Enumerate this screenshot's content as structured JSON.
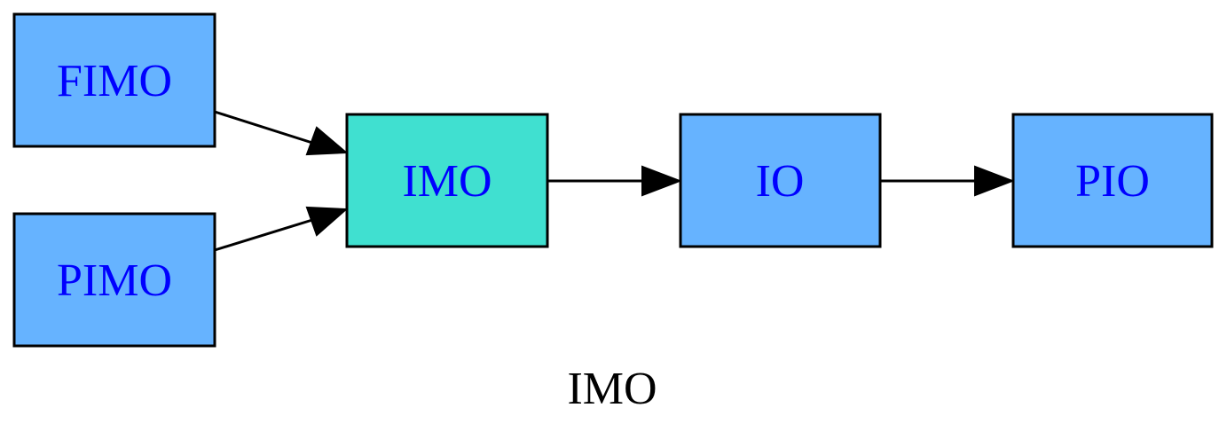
{
  "diagram": {
    "caption": "IMO",
    "colors": {
      "node_default": "#66b3ff",
      "node_highlight": "#40e0d0",
      "label_text": "#0000ff",
      "edge": "#000000"
    },
    "nodes": [
      {
        "id": "fimo",
        "label": "FIMO",
        "highlight": false
      },
      {
        "id": "pimo",
        "label": "PIMO",
        "highlight": false
      },
      {
        "id": "imo",
        "label": "IMO",
        "highlight": true
      },
      {
        "id": "io",
        "label": "IO",
        "highlight": false
      },
      {
        "id": "pio",
        "label": "PIO",
        "highlight": false
      }
    ],
    "edges": [
      {
        "from": "FIMO",
        "to": "IMO"
      },
      {
        "from": "PIMO",
        "to": "IMO"
      },
      {
        "from": "IMO",
        "to": "IO"
      },
      {
        "from": "IO",
        "to": "PIO"
      }
    ]
  }
}
